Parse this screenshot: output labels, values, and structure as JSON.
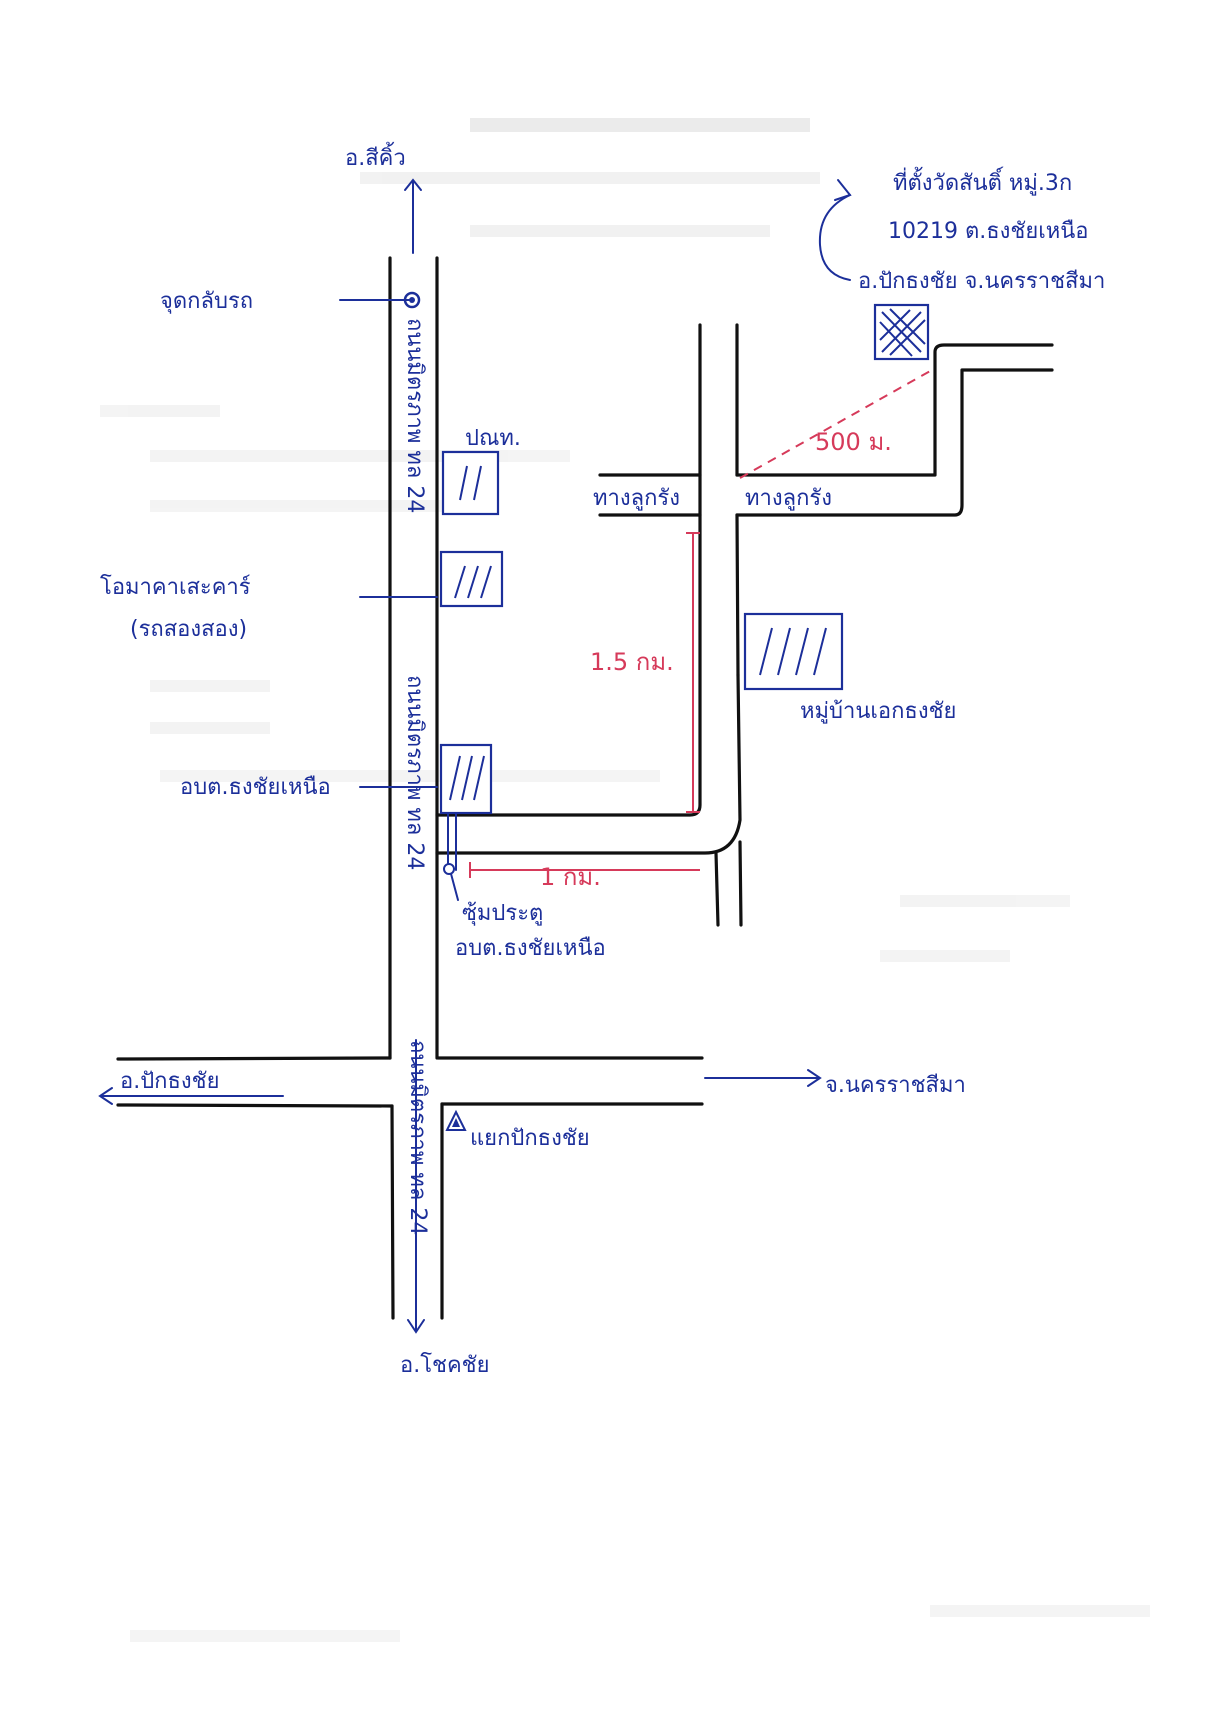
{
  "labels": {
    "dest_north": "อ.สีคิ้ว",
    "dest_south": "อ.โชคชัย",
    "dest_west": "อ.ปักธงชัย",
    "dest_east": "จ.นครราชสีมา",
    "bus_stop": "จุดกลับรถ",
    "post_office": "ปณท.",
    "ceramic_shop": "โอมาคาเสะคาร์",
    "ceramic_shop_sub": "(รถสองสอง)",
    "sao_office": "อบต.ธงชัยเหนือ",
    "sao_gate": "ซุ้มประตู",
    "sao_gate_sub": "อบต.ธงชัยเหนือ",
    "village": "หมู่บ้านเอกธงชัย",
    "junction": "แยกปักธงชัย",
    "road_label_1": "ทางลูกรัง",
    "road_label_2": "ทางลูกรัง",
    "highway_upper": "ถนนมิตรภาพ ทล 24",
    "highway_middle": "ถนนมิตรภาพ ทล 24",
    "highway_lower": "ถนนมิตรภาพ ทล 24",
    "dist_500m": "500 ม.",
    "dist_1_5km": "1.5 กม.",
    "dist_1km": "1 กม."
  },
  "address": {
    "line1": "ที่ตั้งวัดสันติ์ หมู่.3ก",
    "line2": "10219 ต.ธงชัยเหนือ",
    "line3": "อ.ปักธงชัย จ.นครราชสีมา"
  },
  "colors": {
    "ink": "#1c2f9a",
    "road": "#111111",
    "distance": "#d63a5a"
  },
  "icons": {
    "bus_stop": "bullseye-icon",
    "junction": "triangle-icon",
    "target": "cross-hatched-square-icon"
  }
}
